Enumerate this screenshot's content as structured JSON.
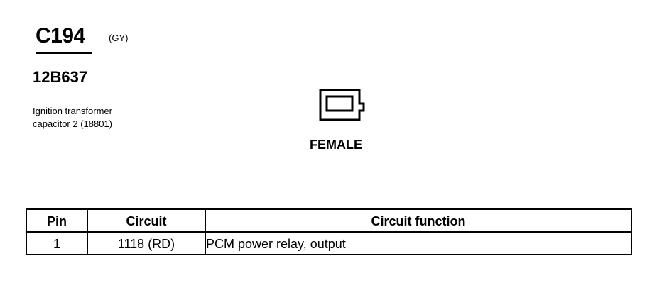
{
  "connector": {
    "id": "C194",
    "color": "(GY)",
    "part_number": "12B637",
    "description_line1": "Ignition transformer",
    "description_line2": "capacitor 2 (18801)",
    "gender": "FEMALE",
    "icon": "female-connector-icon"
  },
  "table": {
    "headers": [
      "Pin",
      "Circuit",
      "Circuit function"
    ],
    "rows": [
      [
        "1",
        "1118 (RD)",
        "PCM power relay, output"
      ]
    ]
  }
}
